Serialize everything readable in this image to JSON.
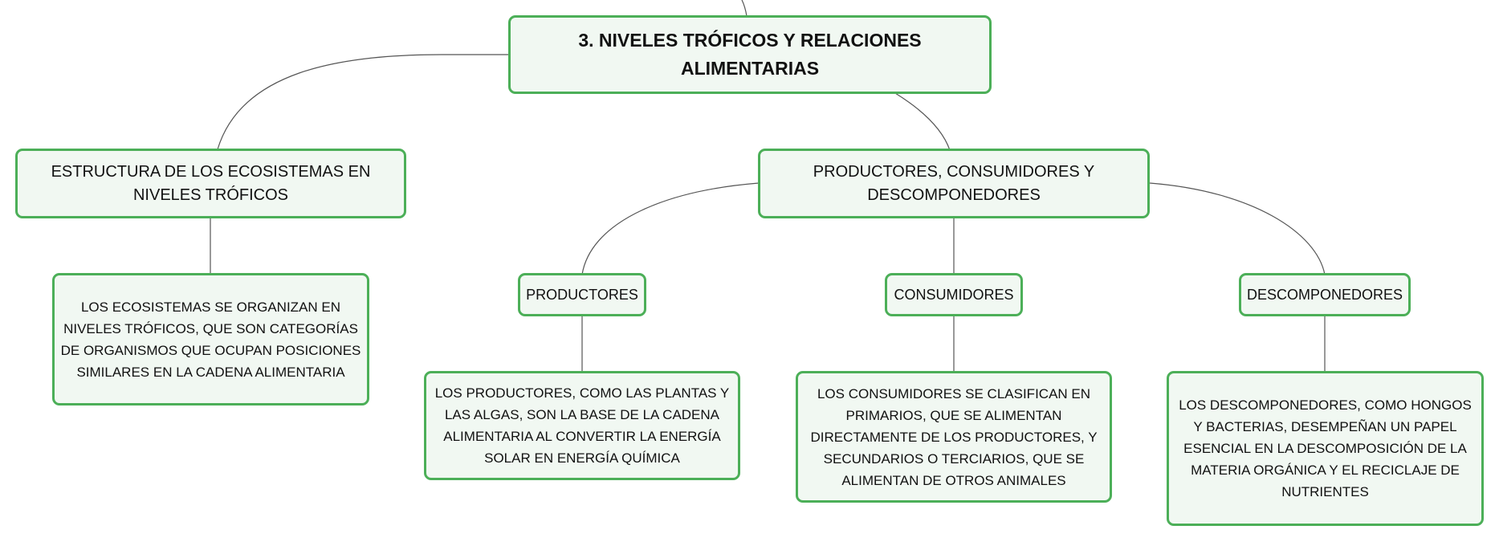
{
  "root": {
    "label": "3. NIVELES TRÓFICOS Y RELACIONES ALIMENTARIAS"
  },
  "estructura": {
    "label": "ESTRUCTURA DE LOS ECOSISTEMAS EN NIVELES TRÓFICOS",
    "detail": "LOS ECOSISTEMAS SE ORGANIZAN EN NIVELES TRÓFICOS, QUE SON CATEGORÍAS DE ORGANISMOS QUE OCUPAN POSICIONES SIMILARES EN LA CADENA ALIMENTARIA"
  },
  "actores": {
    "label": "PRODUCTORES, CONSUMIDORES Y DESCOMPONEDORES",
    "productores": {
      "label": "PRODUCTORES",
      "detail": "LOS PRODUCTORES, COMO LAS PLANTAS Y LAS ALGAS, SON LA BASE DE LA CADENA ALIMENTARIA AL CONVERTIR LA ENERGÍA SOLAR EN ENERGÍA QUÍMICA"
    },
    "consumidores": {
      "label": "CONSUMIDORES",
      "detail": "LOS CONSUMIDORES SE CLASIFICAN EN PRIMARIOS, QUE SE ALIMENTAN DIRECTAMENTE DE LOS PRODUCTORES, Y SECUNDARIOS O TERCIARIOS, QUE SE ALIMENTAN DE OTROS ANIMALES"
    },
    "descomponedores": {
      "label": "DESCOMPONEDORES",
      "detail": "LOS DESCOMPONEDORES, COMO HONGOS Y BACTERIAS, DESEMPEÑAN UN PAPEL ESENCIAL EN LA DESCOMPOSICIÓN DE LA MATERIA ORGÁNICA Y EL RECICLAJE DE NUTRIENTES"
    }
  },
  "colors": {
    "node_border": "#4caf58",
    "node_fill": "#f1f8f2",
    "connector": "#555555"
  }
}
